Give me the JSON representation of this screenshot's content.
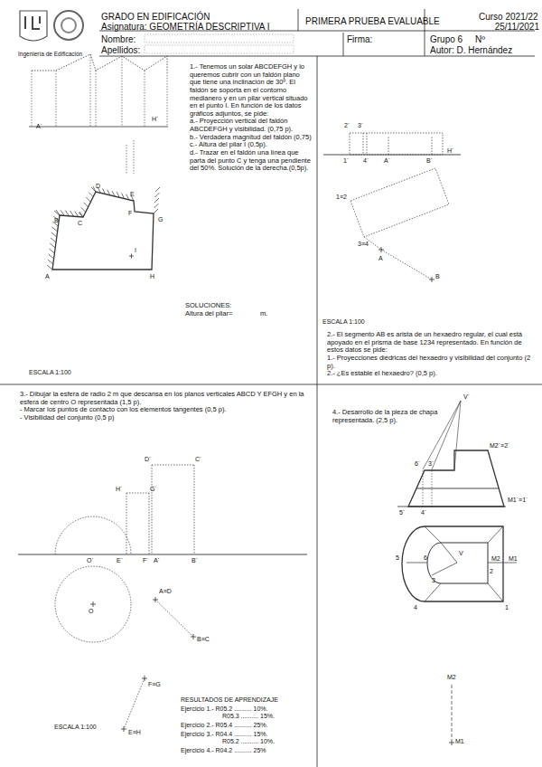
{
  "diagram": {
    "title": "PRIMERA PRUEBA EVALUABLE",
    "labels": [
      "GRADO EN EDIFICACIÓN",
      "Asignatura: GEOMETRÍA DESCRIPTIVA I",
      "Curso 2021/22",
      "25/11/2021",
      "Nombre:",
      "Apellidos:",
      "Firma:",
      "Grupo 6",
      "Nº",
      "Autor: D. Hernández",
      "Ingeniería de Edificación",
      "1.- Tenemos un solar ABCDEFGH y lo queremos cubrir con un faldón plano que tiene una inclinación de 30º. El faldón se soporta en el contorno medianero y en un pilar vertical situado en el punto I. En función de los datos gráficos adjuntos, se pide:",
      "a.- Proyección vertical del faldón ABCDEFGH y visibilidad. (0,75 p).",
      "b.- Verdadera magnitud del faldón (0,75)",
      "c.- Altura del pilar I (0,5p).",
      "d.- Trazar en el faldón una línea que parta del punto C y tenga una pendiente del 50%. Solución de la derecha.(0,5p).",
      "A´",
      "H´",
      "B",
      "C",
      "D",
      "E",
      "F",
      "G",
      "I",
      "A",
      "H",
      "SOLUCIONES:",
      "Altura del pilar=",
      "m.",
      "ESCALA 1:100",
      "2´",
      "3´",
      "1´",
      "4´",
      "A´",
      "B´",
      "H´",
      "1≡2",
      "3≡4",
      "A",
      "B",
      "ESCALA 1:100",
      "2.- El segmento AB es arista de un hexaedro regular, el cual está apoyado en el prisma de base 1234 representado. En función de estos datos se pide:",
      "1.- Proyecciones diédricas del hexaedro y visibilidad del conjunto (2 p).",
      "2.- ¿Es estable el hexaedro? (0,5 p).",
      "3.- Dibujar la esfera de radio 2 m que descansa en los planos verticales ABCD Y EFGH y en la esfera de centro O representada (1,5 p).",
      "- Marcar los puntos de contacto con los elementos tangentes (0,5 p).",
      "- Visibilidad del conjunto (0,5 p)",
      "D´",
      "C´",
      "H´",
      "G´",
      "O´",
      "E´",
      "F´",
      "A´",
      "B´",
      "O",
      "A≡D",
      "B≡C",
      "F≡G",
      "E≡H",
      "ESCALA 1:100",
      "RESULTADOS DE APRENDIZAJE",
      "Ejercicio 1.- R05.2 .......... 10%.",
      "R05.3 .......... 15%.",
      "Ejercicio 2.- R05.4 .......... 25%.",
      "Ejercicio 3.- R04.4 .......... 15%.",
      "R05.2 .......... 10%.",
      "Ejercicio 4.- R04.2 .......... 25%",
      "4.- Desarrollo de la pieza de chapa representada. (2,5 p).",
      "V´",
      "M2´≡2´",
      "6´",
      "3´",
      "M1´≡1´",
      "5´",
      "4´",
      "5",
      "6",
      "V",
      "M2",
      "M1",
      "2",
      "3",
      "4",
      "1",
      "M2",
      "M1"
    ]
  }
}
